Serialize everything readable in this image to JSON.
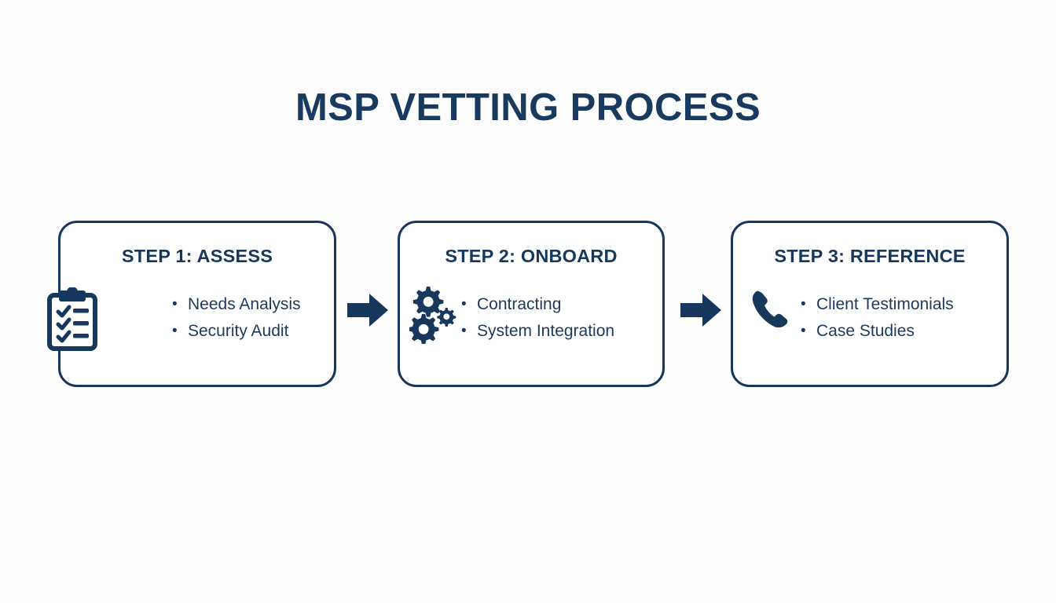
{
  "page": {
    "title": "MSP VETTING PROCESS",
    "background_color": "#fdfdfd",
    "accent_color": "#16385c"
  },
  "diagram": {
    "type": "process-flow",
    "orientation": "horizontal",
    "steps": [
      {
        "heading": "STEP 1: ASSESS",
        "icon": "clipboard-checklist-icon",
        "bullets": [
          "Needs Analysis",
          "Security Audit"
        ]
      },
      {
        "heading": "STEP 2: ONBOARD",
        "icon": "gears-icon",
        "bullets": [
          "Contracting",
          "System Integration"
        ]
      },
      {
        "heading": "STEP 3: REFERENCE",
        "icon": "phone-handset-icon",
        "bullets": [
          "Client Testimonials",
          "Case Studies"
        ]
      }
    ],
    "connectors": [
      {
        "icon": "arrow-right-icon",
        "from": "STEP 1: ASSESS",
        "to": "STEP 2: ONBOARD"
      },
      {
        "icon": "arrow-right-icon",
        "from": "STEP 2: ONBOARD",
        "to": "STEP 3: REFERENCE"
      }
    ]
  }
}
